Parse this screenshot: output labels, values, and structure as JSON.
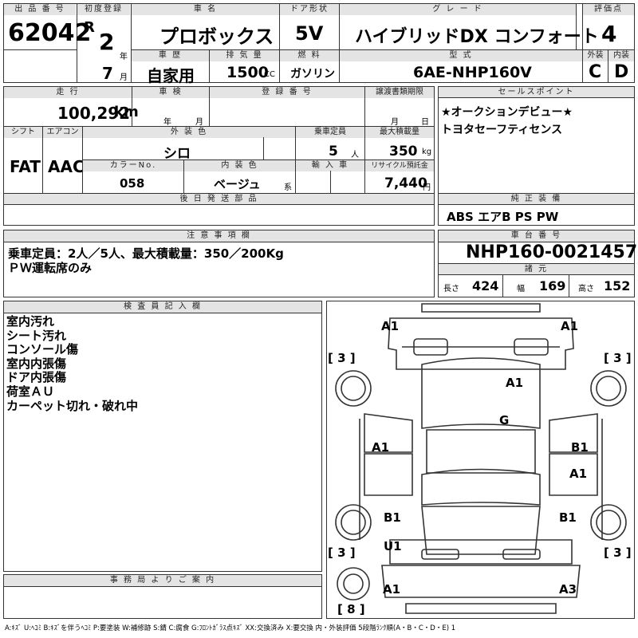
{
  "header": {
    "lot_label": "出 品 番 号",
    "lot_no": "62042",
    "first_reg_label": "初度登録",
    "era": "R",
    "year": "2",
    "year_unit": "年",
    "month": "7",
    "month_unit": "月",
    "car_name_label": "車 名",
    "car_name": "プロボックス",
    "door_label": "ドア形状",
    "door": "5V",
    "grade_label": "グ レ ー ド",
    "grade": "ハイブリッドDX コンフォート",
    "score_label": "評価点",
    "score": "4",
    "history_label": "車 歴",
    "history": "自家用",
    "displacement_label": "排 気 量",
    "displacement": "1500",
    "cc": "CC",
    "fuel_label": "燃 料",
    "fuel": "ガソリン",
    "model_label": "型 式",
    "model": "6AE-NHP160V",
    "exterior_label": "外装",
    "exterior": "C",
    "interior_label": "内装",
    "interior": "D"
  },
  "spec": {
    "mileage_label": "走 行",
    "mileage": "100,292",
    "km": "km",
    "inspection_label": "車 検",
    "insp_year": "年",
    "insp_month": "月",
    "reg_no_label": "登 録 番 号",
    "transfer_label": "譲渡書類期限",
    "transfer_month": "月",
    "transfer_day": "日",
    "shift_label": "シフト",
    "shift": "FAT",
    "ac_label": "エアコン",
    "ac": "AAC",
    "color_label": "外 装 色",
    "color": "シロ",
    "capacity_label": "乗車定員",
    "capacity": "5",
    "person_unit": "人",
    "load_label": "最大積載量",
    "load": "350",
    "kg": "kg",
    "color_no_label": "カラーNo.",
    "color_no": "058",
    "interior_color_label": "内 装 色",
    "interior_color": "ベージュ",
    "kei": "系",
    "import_label": "輸 入 車",
    "recycle_label": "リサイクル預託金",
    "recycle": "7,440",
    "yen": "円",
    "later_label": "後 日 発 送 部 品"
  },
  "sales": {
    "label": "セールスポイント",
    "lines": [
      "★オークションデビュー★",
      "トヨタセーフティセンス"
    ],
    "equip_label": "純 正 装 備",
    "equip": "ABS エアB PS PW"
  },
  "caution": {
    "label": "注 意 事 項 欄",
    "text": "乗車定員：2人／5人、最大積載量：350／200Kg\nＰＷ運転席のみ"
  },
  "chassis": {
    "label": "車 台 番 号",
    "number": "NHP160-0021457",
    "dims_label": "諸 元",
    "length_label": "長さ",
    "length": "424",
    "width_label": "幅",
    "width": "169",
    "height_label": "高さ",
    "height": "152"
  },
  "inspector": {
    "label": "検 査 員 記 入 欄",
    "notes": "室内汚れ\nシート汚れ\nコンソール傷\n室内内張傷\nドア内張傷\n荷室ＡＵ\nカーペット切れ・破れ中"
  },
  "office": {
    "label": "事 務 局 よ り ご 案 内"
  },
  "diagram": {
    "front_left": "A1",
    "front_right": "A1",
    "hood": "A1",
    "windshield": "G",
    "left_front_door": "A1",
    "right_front_door": "B1",
    "right_rear_door": "A1",
    "left_rear_quarter": "B1",
    "right_rear_quarter": "B1",
    "left_rear": "U1",
    "rear_left": "A1",
    "rear_right": "A3",
    "tire_fl": "[ 3 ]",
    "tire_fr": "[ 3 ]",
    "tire_rl": "[ 3 ]",
    "tire_rr": "[ 3 ]",
    "tire_spare": "[ 8 ]"
  },
  "legend": "A:ｷｽﾞ U:ﾍｺﾐ B:ｷｽﾞを伴うﾍｺﾐ P:要塗装 W:補修跡 S:錆 C:腐食 G:ﾌﾛﾝﾄｶﾞﾗｽ点ｷｽﾞ XX:交換済み X:要交換 内・外装評価 5段階ﾗﾝｸ順(A・B・C・D・E) 1"
}
